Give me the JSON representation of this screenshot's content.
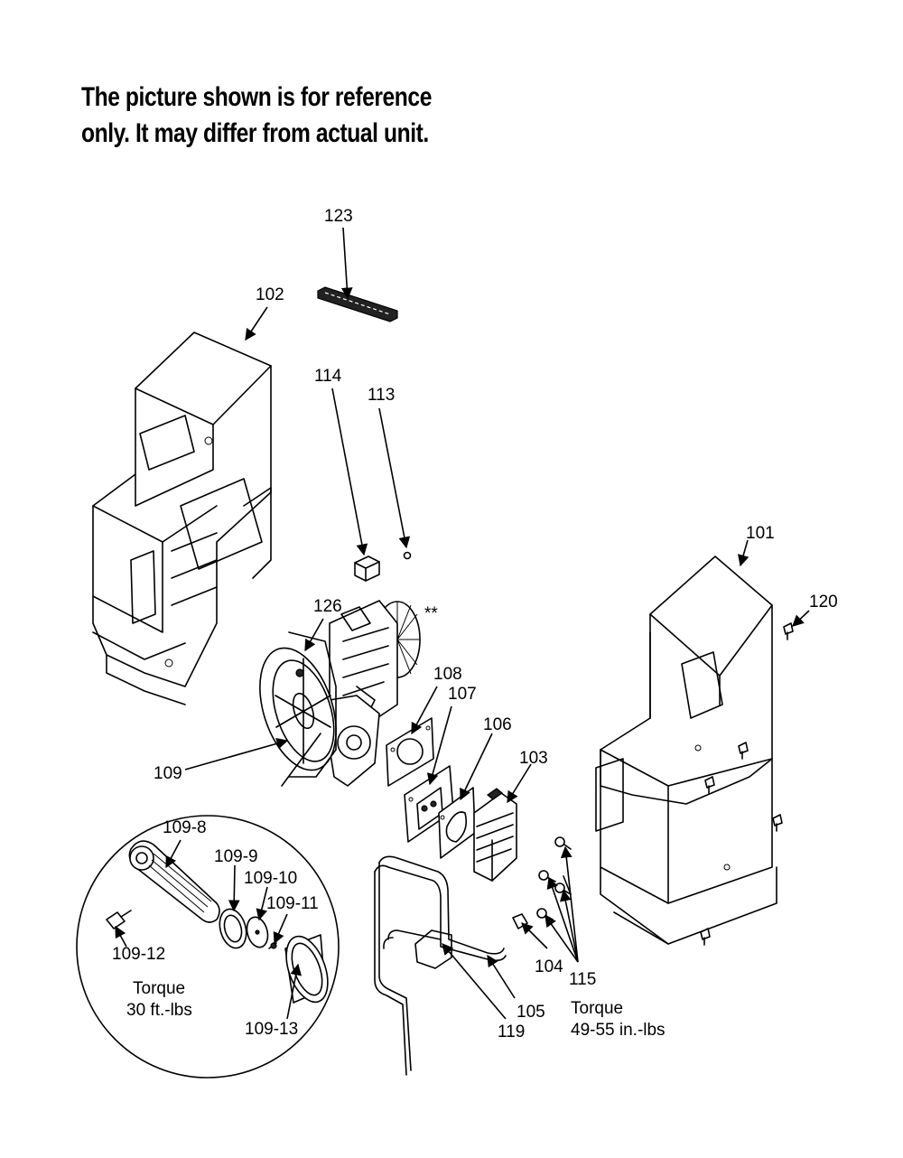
{
  "note": {
    "line1": "The picture shown is for reference",
    "line2": "only. It may differ from actual unit."
  },
  "labels": {
    "p101": "101",
    "p102": "102",
    "p103": "103",
    "p104": "104",
    "p105": "105",
    "p106": "106",
    "p107": "107",
    "p108": "108",
    "p109": "109",
    "p113": "113",
    "p114": "114",
    "p115": "115",
    "p119": "119",
    "p120": "120",
    "p123": "123",
    "p126": "126",
    "fan_mark": "**",
    "p109_8": "109-8",
    "p109_9": "109-9",
    "p109_10": "109-10",
    "p109_11": "109-11",
    "p109_12": "109-12",
    "p109_13": "109-13"
  },
  "torque": {
    "t1_line1": "Torque",
    "t1_line2": "30 ft.-lbs",
    "t2_line1": "Torque",
    "t2_line2": "49-55 in.-lbs"
  }
}
